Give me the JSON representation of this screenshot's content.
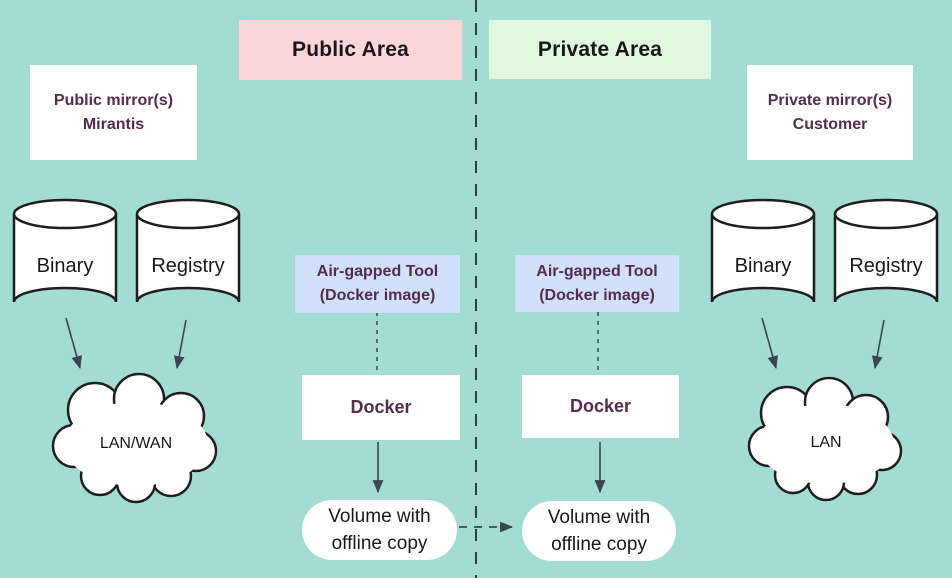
{
  "areas": {
    "public": "Public Area",
    "private": "Private Area"
  },
  "mirrors": {
    "public": {
      "line1": "Public mirror(s)",
      "line2": "Mirantis"
    },
    "private": {
      "line1": "Private mirror(s)",
      "line2": "Customer"
    }
  },
  "datastores": {
    "binary": "Binary",
    "registry": "Registry"
  },
  "airgapped_tool": {
    "line1": "Air-gapped Tool",
    "line2": "(Docker image)"
  },
  "docker": {
    "label": "Docker"
  },
  "volume": {
    "line1": "Volume with",
    "line2": "offline copy"
  },
  "networks": {
    "public": "LAN/WAN",
    "private": "LAN"
  },
  "colors": {
    "background": "#a2dcd2",
    "public_area_bg": "#ffd6d8",
    "private_area_bg": "#e1f7e0",
    "tool_bg": "#d2e1fa",
    "heading_text": "#542c4d",
    "body_text": "#17181c",
    "arrow": "#3d4552",
    "divider": "#333a45",
    "shape_stroke": "#1e1e1e",
    "shape_fill": "#ffffff"
  }
}
